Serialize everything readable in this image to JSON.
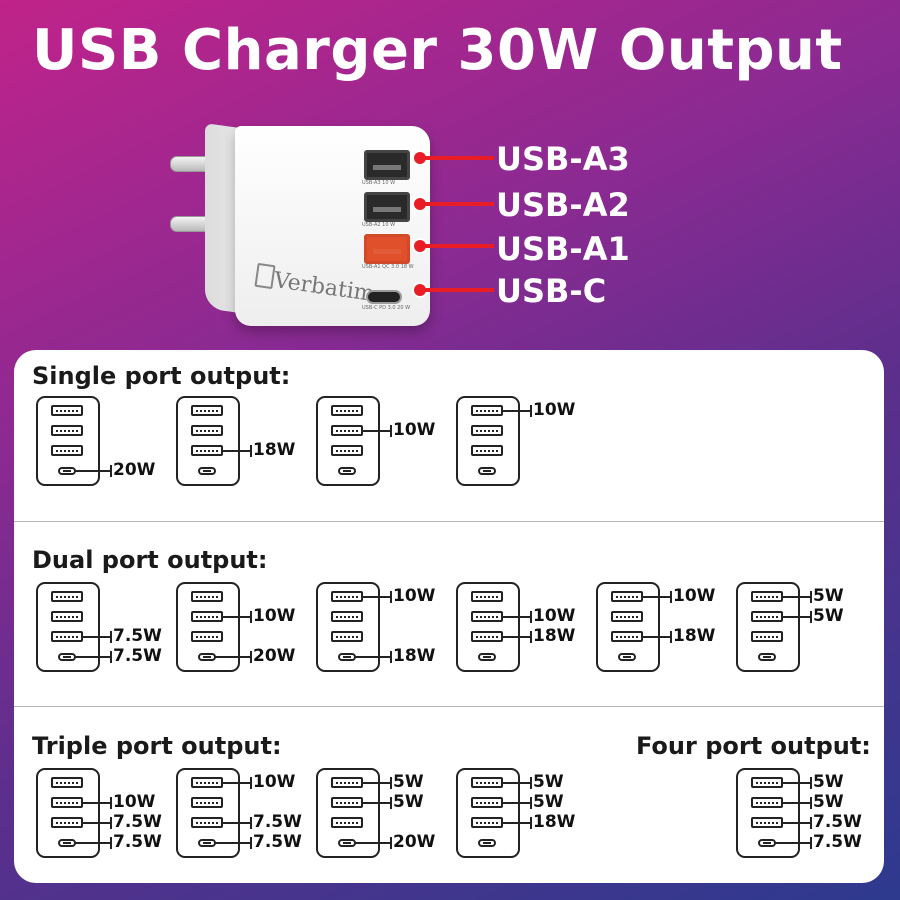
{
  "title": "USB Charger 30W Output",
  "brand": "Verbatim",
  "ports": [
    {
      "label": "USB-A3",
      "tiny": "USB-A3 10 W"
    },
    {
      "label": "USB-A2",
      "tiny": "USB-A2 10 W"
    },
    {
      "label": "USB-A1",
      "tiny": "USB-A1 QC 3.0 18 W"
    },
    {
      "label": "USB-C",
      "tiny": "USB-C PD 3.0 20 W"
    }
  ],
  "colors": {
    "callout": "#e81d25",
    "port_highlight": "#e0512b"
  },
  "sections": {
    "single": "Single port output:",
    "dual": "Dual port output:",
    "triple": "Triple port output:",
    "four": "Four port output:"
  },
  "configs": {
    "single": [
      {
        "a3": "",
        "a2": "",
        "a1": "",
        "c": "20W"
      },
      {
        "a3": "",
        "a2": "",
        "a1": "18W",
        "c": ""
      },
      {
        "a3": "",
        "a2": "10W",
        "a1": "",
        "c": ""
      },
      {
        "a3": "10W",
        "a2": "",
        "a1": "",
        "c": ""
      }
    ],
    "dual": [
      {
        "a3": "",
        "a2": "",
        "a1": "7.5W",
        "c": "7.5W"
      },
      {
        "a3": "",
        "a2": "10W",
        "a1": "",
        "c": "20W"
      },
      {
        "a3": "10W",
        "a2": "",
        "a1": "",
        "c": "18W"
      },
      {
        "a3": "",
        "a2": "10W",
        "a1": "18W",
        "c": ""
      },
      {
        "a3": "10W",
        "a2": "",
        "a1": "18W",
        "c": ""
      },
      {
        "a3": "5W",
        "a2": "5W",
        "a1": "",
        "c": ""
      }
    ],
    "triple": [
      {
        "a3": "",
        "a2": "10W",
        "a1": "7.5W",
        "c": "7.5W"
      },
      {
        "a3": "10W",
        "a2": "",
        "a1": "7.5W",
        "c": "7.5W"
      },
      {
        "a3": "5W",
        "a2": "5W",
        "a1": "",
        "c": "20W"
      },
      {
        "a3": "5W",
        "a2": "5W",
        "a1": "18W",
        "c": ""
      }
    ],
    "four": [
      {
        "a3": "5W",
        "a2": "5W",
        "a1": "7.5W",
        "c": "7.5W"
      }
    ]
  }
}
